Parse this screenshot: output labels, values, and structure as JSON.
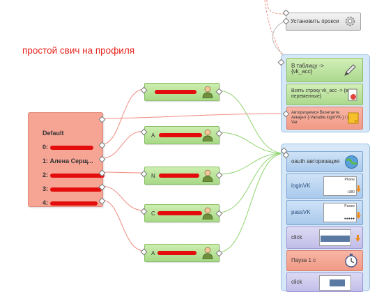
{
  "title": "простой свич на профиля",
  "switch_node": {
    "header": "Default",
    "rows": [
      {
        "prefix": "0:",
        "text": ""
      },
      {
        "prefix": "1:",
        "text": "Алена Серщ..."
      },
      {
        "prefix": "2:",
        "text": ""
      },
      {
        "prefix": "3:",
        "text": ""
      },
      {
        "prefix": "4:",
        "text": ""
      }
    ]
  },
  "profile_nodes": [
    {
      "label": ""
    },
    {
      "label": "А"
    },
    {
      "label": "N"
    },
    {
      "label": "С"
    },
    {
      "label": "А"
    }
  ],
  "top_panel": {
    "proxy_label": "Установить прокси",
    "to_table": "В таблицу -> {vk_acc}",
    "take_row": "Взять строку vk_acc -> {в переменные}",
    "auth_note": "Авторизуемся Вконтакте. Аккаунт {-Variable.loginVK-} / {-Var"
  },
  "bottom_panel": {
    "oauth": "oauth авторизация",
    "login": "loginVK",
    "login_field_label": "Phone",
    "login_field_value": "+380",
    "pass": "passVK",
    "pass_field_label": "Passw",
    "pass_field_value": "●●●●●",
    "click1": "click",
    "pause": "Пауза 1 с",
    "click2": "click"
  },
  "colors": {
    "title": "#e8261e",
    "redaction": "#e30d0d",
    "green_wire": "#8fd46e",
    "red_wire": "#f08b7f"
  }
}
